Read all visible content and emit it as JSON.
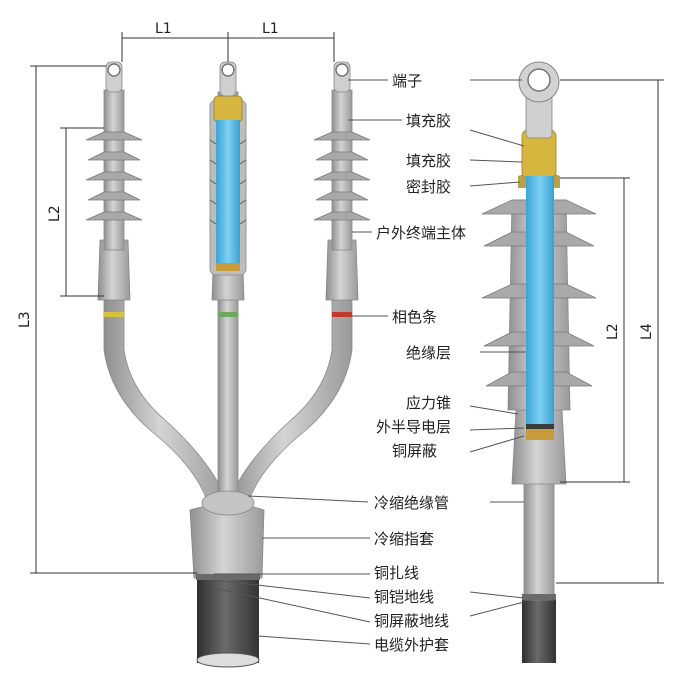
{
  "dimensions": {
    "top_left": "L1",
    "top_right": "L1",
    "left_shed": "L2",
    "left_total": "L3",
    "right_shed": "L2",
    "right_total": "L4"
  },
  "labels": {
    "terminal": "端子",
    "filler_1": "填充胶",
    "filler_2": "填充胶",
    "sealant": "密封胶",
    "outdoor_body": "户外终端主体",
    "phase_strip": "相色条",
    "insulation": "绝缘层",
    "stress_cone": "应力锥",
    "outer_semicon": "外半导电层",
    "copper_screen": "铜屏蔽",
    "cold_shrink_tube": "冷缩绝缘管",
    "cold_shrink_finger": "冷缩指套",
    "copper_tie": "铜扎线",
    "armor_ground": "铜铠地线",
    "screen_ground": "铜屏蔽地线",
    "cable_sheath": "电缆外护套"
  },
  "colors": {
    "body_gray": "#b9b9b9",
    "dark_gray": "#8e8e8e",
    "sheath": "#4a4a4a",
    "insulation_blue": "#4fb7e3",
    "filler_yellow": "#d7b640",
    "copper": "#c79a3a",
    "phase_yellow": "#d8c23c",
    "phase_green": "#6aa85a",
    "phase_red": "#c23a2c"
  }
}
